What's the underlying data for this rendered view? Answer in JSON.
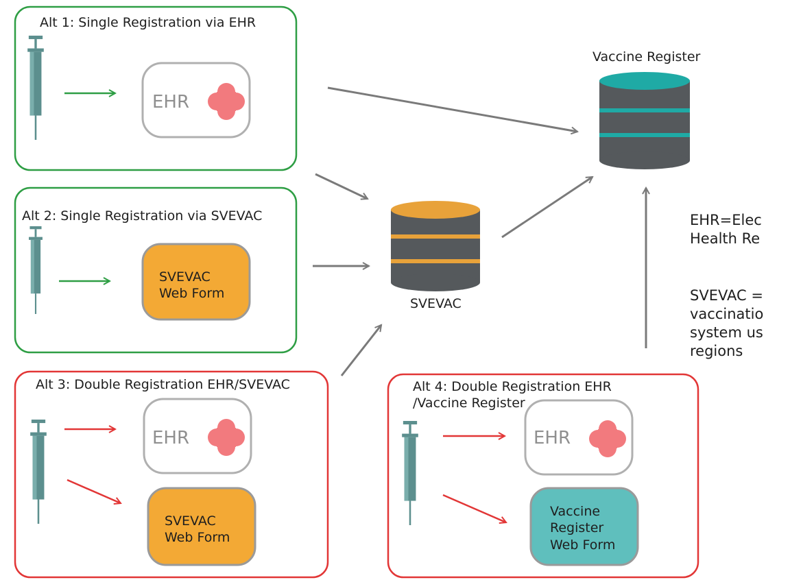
{
  "alternatives": [
    {
      "title": "Alt 1: Single Registration via EHR",
      "status": "single",
      "border_color": "#2e9e44"
    },
    {
      "title": "Alt 2: Single Registration via SVEVAC",
      "status": "single",
      "border_color": "#2e9e44"
    },
    {
      "title": "Alt 3: Double Registration EHR/SVEVAC",
      "status": "double",
      "border_color": "#e23636"
    },
    {
      "title": "Alt 4: Double Registration EHR\n/Vaccine Register",
      "status": "double",
      "border_color": "#e23636"
    }
  ],
  "labels": {
    "ehr": "EHR",
    "svevac_form": [
      "SVEVAC",
      "Web Form"
    ],
    "vaccine_form": [
      "Vaccine",
      "Register",
      "Web Form"
    ]
  },
  "databases": {
    "vaccine_register": {
      "label": "Vaccine Register",
      "stripe_color": "#1faaa5"
    },
    "svevac": {
      "label": "SVEVAC",
      "stripe_color": "#e8a23a"
    }
  },
  "legend": {
    "ehr_lines": [
      "EHR=Elec",
      "Health Re"
    ],
    "svevac_lines": [
      "SVEVAC =",
      "vaccinatio",
      "system us",
      "regions"
    ]
  },
  "colors": {
    "single_arrow": "#2e9e44",
    "double_arrow": "#e23636",
    "flow_arrow": "#7a7a7a",
    "svevac_form_fill": "#f3a935",
    "vaccine_form_fill": "#5fbfbd",
    "ehr_cross": "#f27a7e",
    "syringe": "#5c8f8e"
  }
}
